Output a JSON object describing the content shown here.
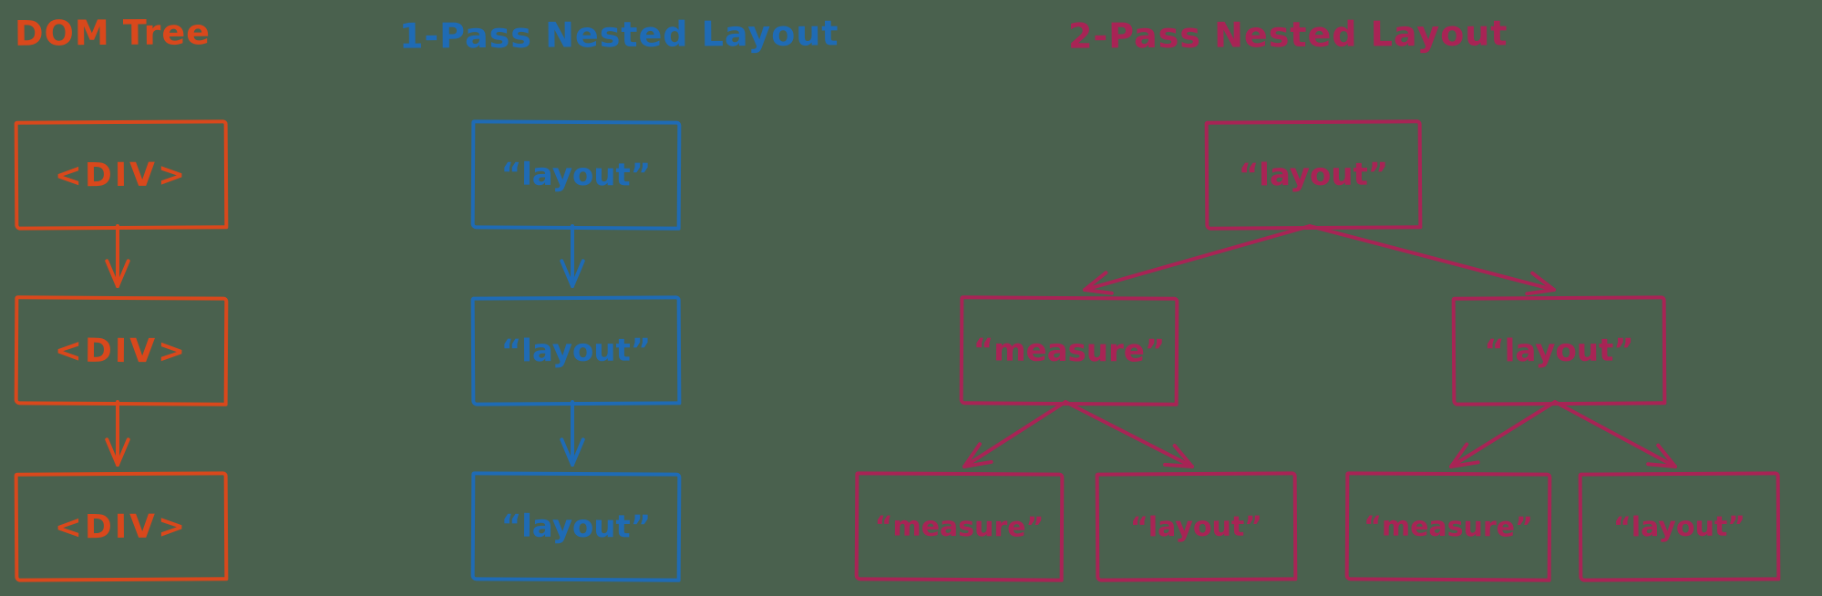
{
  "colors": {
    "background": "#4A614E",
    "dom_tree": "#D9481C",
    "one_pass": "#1F6BB5",
    "two_pass": "#A82455"
  },
  "dom_tree": {
    "title": "DOM Tree",
    "nodes": [
      "<DIV>",
      "<DIV>",
      "<DIV>"
    ]
  },
  "one_pass": {
    "title": "1-Pass Nested Layout",
    "nodes": [
      "“layout”",
      "“layout”",
      "“layout”"
    ]
  },
  "two_pass": {
    "title": "2-Pass Nested Layout",
    "root": "“layout”",
    "children": [
      "“measure”",
      "“layout”"
    ],
    "leaves": [
      "“measure”",
      "“layout”",
      "“measure”",
      "“layout”"
    ]
  }
}
